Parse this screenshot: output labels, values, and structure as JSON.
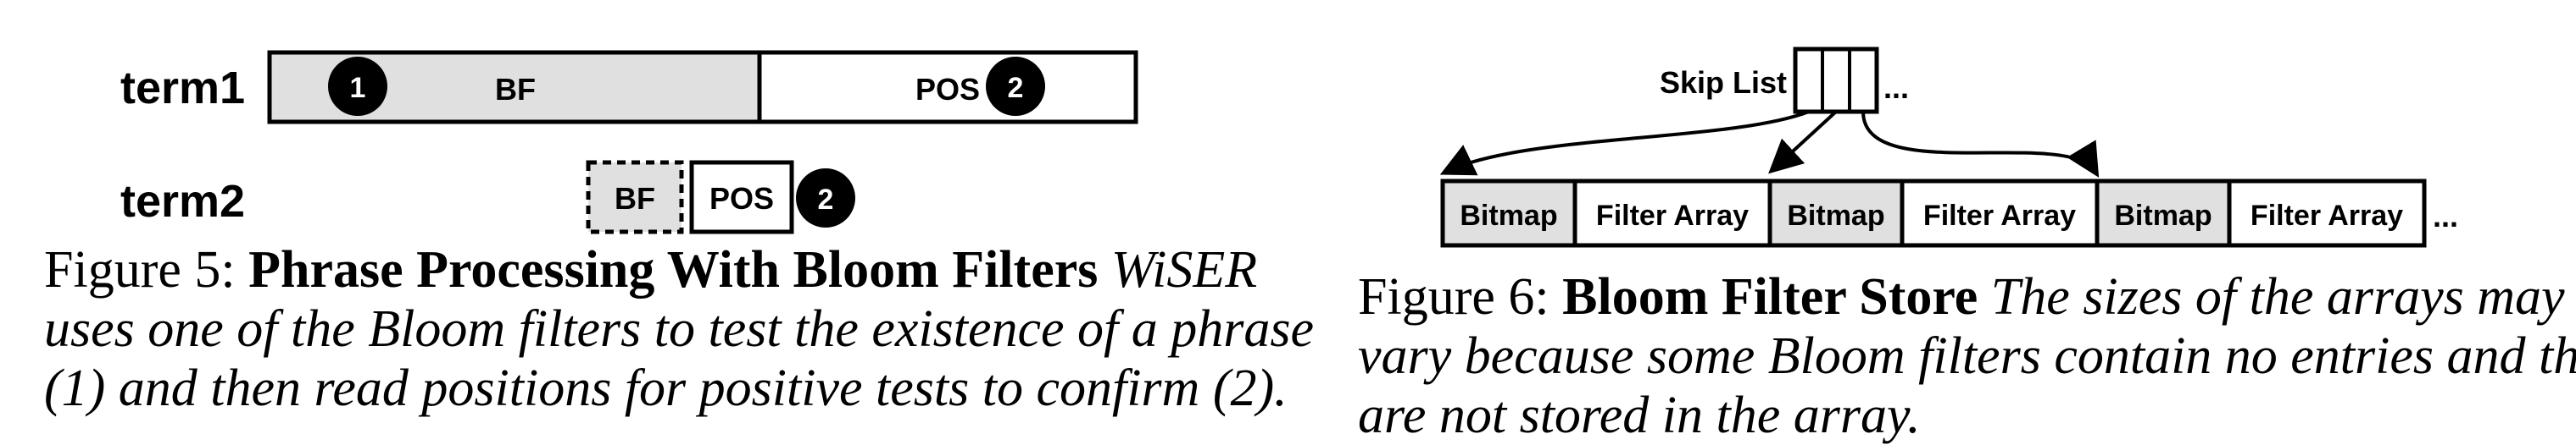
{
  "figure5": {
    "term1_label": "term1",
    "term2_label": "term2",
    "bf_label": "BF",
    "pos_label": "POS",
    "marker1": "1",
    "marker2": "2",
    "caption": {
      "prefix": "Figure 5: ",
      "title": "Phrase Processing With Bloom Filters",
      "body_line1": "WiSER",
      "body_line2": "uses one of the Bloom filters to test the existence of a phrase",
      "body_line3": "(1) and then read positions for positive tests to confirm (2)."
    }
  },
  "figure6": {
    "skip_list_label": "Skip List",
    "ellipsis": "...",
    "cells": [
      "Bitmap",
      "Filter Array",
      "Bitmap",
      "Filter Array",
      "Bitmap",
      "Filter Array"
    ],
    "caption": {
      "prefix": "Figure 6: ",
      "title": "Bloom Filter Store",
      "body_line1": "The sizes of the arrays may",
      "body_line2": "vary because some Bloom filters contain no entries and thus",
      "body_line3": "are not stored in the array."
    }
  }
}
